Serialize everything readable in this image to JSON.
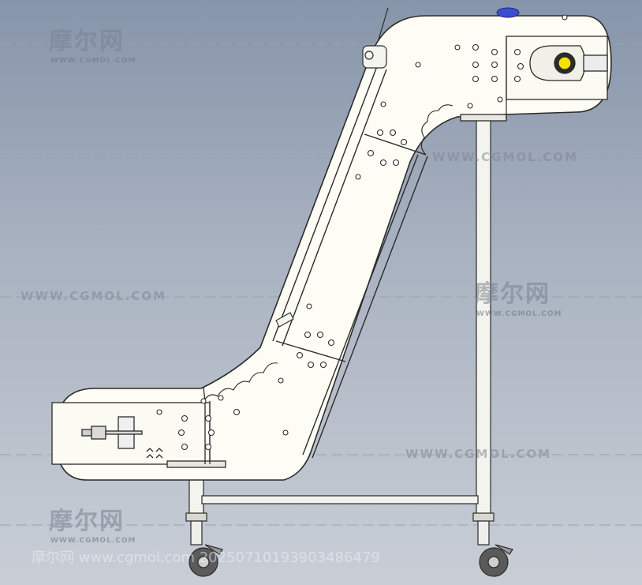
{
  "watermark": {
    "logo_text": "摩尔网",
    "logo_sub": "WWW.CGMOL.COM",
    "url_text": "WWW.CGMOL.COM",
    "footer_text": "摩尔网 www.cgmol.com 20250710193903486479"
  },
  "colors": {
    "machine_fill": "#fdfdf5",
    "outline": "#2b2b2b",
    "motor_accent": "#f2e600",
    "cap_blue": "#3a4fd0"
  }
}
